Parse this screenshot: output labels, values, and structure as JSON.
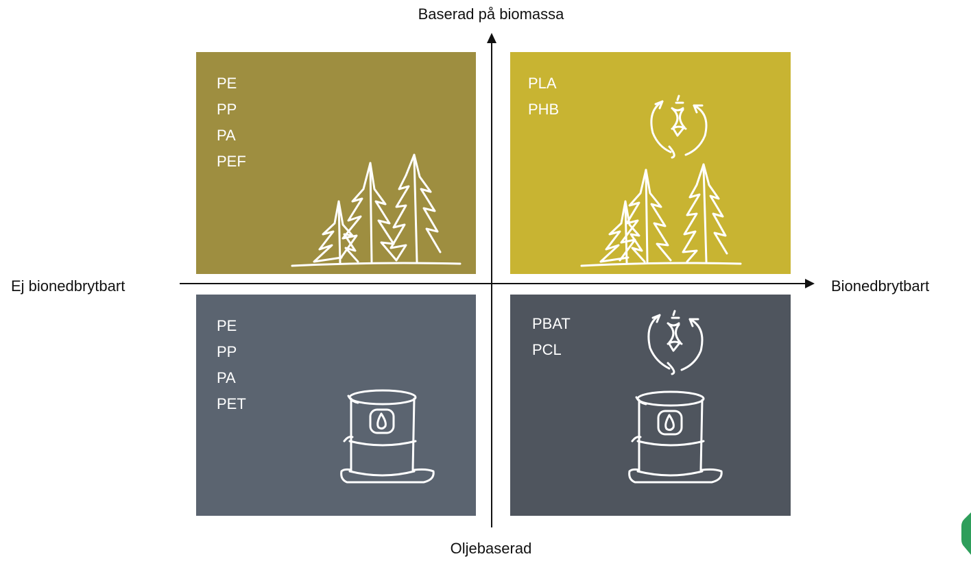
{
  "axes": {
    "top": "Baserad på biomassa",
    "bottom": "Oljebaserad",
    "left": "Ej bionedbrytbart",
    "right": "Bionedbrytbart"
  },
  "quadrants": {
    "top_left": {
      "items": [
        "PE",
        "PP",
        "PA",
        "PEF"
      ],
      "color": "#9E8E40",
      "icons": [
        "trees-icon"
      ]
    },
    "top_right": {
      "items": [
        "PLA",
        "PHB"
      ],
      "color": "#C8B432",
      "icons": [
        "recycle-apple-core-icon",
        "trees-icon"
      ]
    },
    "bottom_left": {
      "items": [
        "PE",
        "PP",
        "PA",
        "PET"
      ],
      "color": "#5B6470",
      "icons": [
        "oil-barrel-icon"
      ]
    },
    "bottom_right": {
      "items": [
        "PBAT",
        "PCL"
      ],
      "color": "#4F555E",
      "icons": [
        "recycle-apple-core-icon",
        "oil-barrel-icon"
      ]
    }
  },
  "accent_color": "#2E9E5B"
}
